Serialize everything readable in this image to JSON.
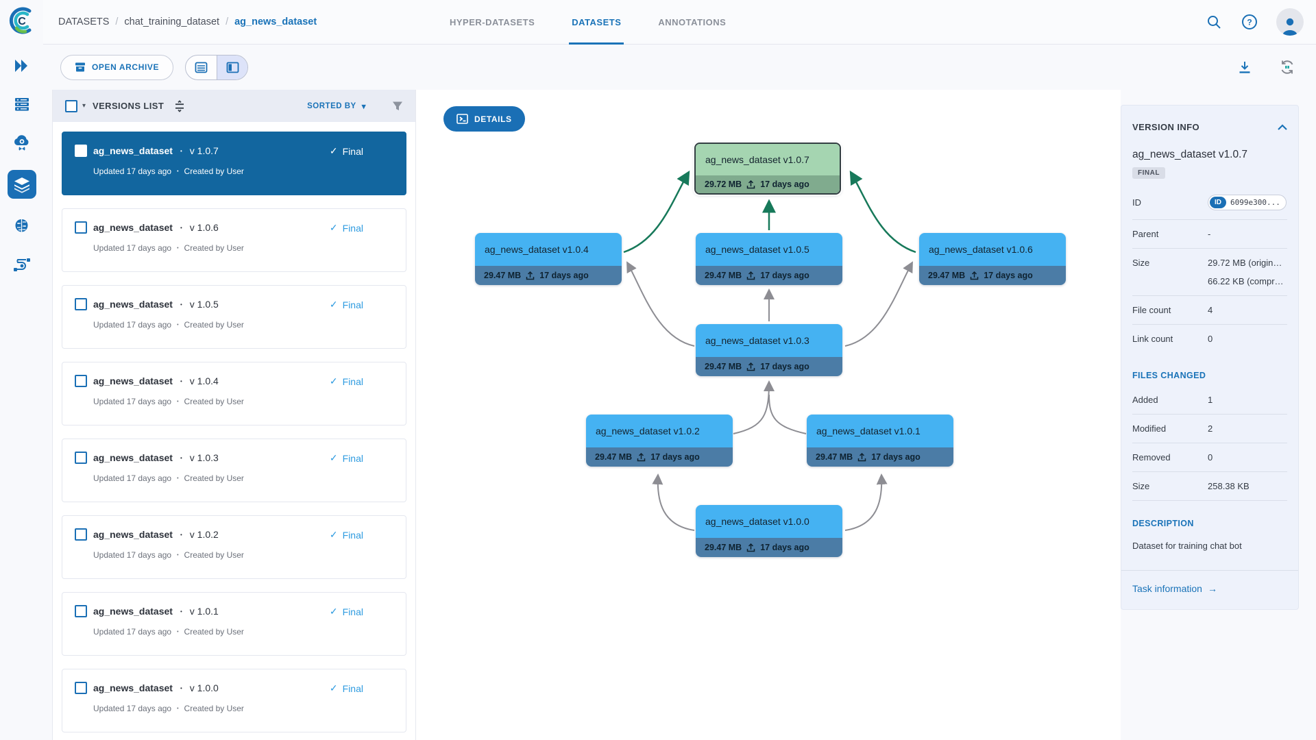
{
  "topbar": {
    "breadcrumb": {
      "root": "DATASETS",
      "project": "chat_training_dataset",
      "dataset": "ag_news_dataset",
      "separator": "/"
    },
    "tabs": [
      {
        "label": "HYPER-DATASETS",
        "active": false
      },
      {
        "label": "DATASETS",
        "active": true
      },
      {
        "label": "ANNOTATIONS",
        "active": false
      }
    ]
  },
  "toolbar": {
    "open_archive_label": "OPEN ARCHIVE"
  },
  "icons": {
    "check": "✓",
    "dot": "•",
    "caret_down": "▾",
    "arrow_right": "→"
  },
  "colors": {
    "accent_blue": "#1a73b8",
    "selected_row": "#12669f",
    "node_blue_top": "#45b2f2",
    "node_blue_bottom": "#4b7ca6",
    "node_green_top": "#a5d5b1",
    "node_green_bottom": "#80ab8e",
    "edge_gray": "#8d8d93",
    "edge_green": "#17795a"
  },
  "versions_panel": {
    "title": "VERSIONS LIST",
    "sorted_by_label": "SORTED BY",
    "items": [
      {
        "name": "ag_news_dataset",
        "version": "v 1.0.7",
        "status": "Final",
        "updated": "Updated 17 days ago",
        "created": "Created by User"
      },
      {
        "name": "ag_news_dataset",
        "version": "v 1.0.6",
        "status": "Final",
        "updated": "Updated 17 days ago",
        "created": "Created by User"
      },
      {
        "name": "ag_news_dataset",
        "version": "v 1.0.5",
        "status": "Final",
        "updated": "Updated 17 days ago",
        "created": "Created by User"
      },
      {
        "name": "ag_news_dataset",
        "version": "v 1.0.4",
        "status": "Final",
        "updated": "Updated 17 days ago",
        "created": "Created by User"
      },
      {
        "name": "ag_news_dataset",
        "version": "v 1.0.3",
        "status": "Final",
        "updated": "Updated 17 days ago",
        "created": "Created by User"
      },
      {
        "name": "ag_news_dataset",
        "version": "v 1.0.2",
        "status": "Final",
        "updated": "Updated 17 days ago",
        "created": "Created by User"
      },
      {
        "name": "ag_news_dataset",
        "version": "v 1.0.1",
        "status": "Final",
        "updated": "Updated 17 days ago",
        "created": "Created by User"
      },
      {
        "name": "ag_news_dataset",
        "version": "v 1.0.0",
        "status": "Final",
        "updated": "Updated 17 days ago",
        "created": "Created by User"
      }
    ]
  },
  "graph": {
    "details_label": "DETAILS",
    "nodes": [
      {
        "title": "ag_news_dataset v1.0.7",
        "size": "29.72 MB",
        "age": "17 days ago"
      },
      {
        "title": "ag_news_dataset v1.0.4",
        "size": "29.47 MB",
        "age": "17 days ago"
      },
      {
        "title": "ag_news_dataset v1.0.5",
        "size": "29.47 MB",
        "age": "17 days ago"
      },
      {
        "title": "ag_news_dataset v1.0.6",
        "size": "29.47 MB",
        "age": "17 days ago"
      },
      {
        "title": "ag_news_dataset v1.0.3",
        "size": "29.47 MB",
        "age": "17 days ago"
      },
      {
        "title": "ag_news_dataset v1.0.2",
        "size": "29.47 MB",
        "age": "17 days ago"
      },
      {
        "title": "ag_news_dataset v1.0.1",
        "size": "29.47 MB",
        "age": "17 days ago"
      },
      {
        "title": "ag_news_dataset v1.0.0",
        "size": "29.47 MB",
        "age": "17 days ago"
      }
    ]
  },
  "info_panel": {
    "header": "VERSION INFO",
    "name": "ag_news_dataset v1.0.7",
    "badge": "FINAL",
    "id_label": "ID",
    "id_tag": "ID",
    "id_value": "6099e300...",
    "parent_label": "Parent",
    "parent_value": "-",
    "size_label": "Size",
    "size_value_original": "29.72 MB (origin…",
    "size_value_compressed": "66.22 KB (compr…",
    "file_count_label": "File count",
    "file_count_value": "4",
    "link_count_label": "Link count",
    "link_count_value": "0",
    "files_changed_header": "FILES CHANGED",
    "added_label": "Added",
    "added_value": "1",
    "modified_label": "Modified",
    "modified_value": "2",
    "removed_label": "Removed",
    "removed_value": "0",
    "changed_size_label": "Size",
    "changed_size_value": "258.38 KB",
    "description_header": "DESCRIPTION",
    "description": "Dataset for training chat bot",
    "task_link_label": "Task information"
  }
}
